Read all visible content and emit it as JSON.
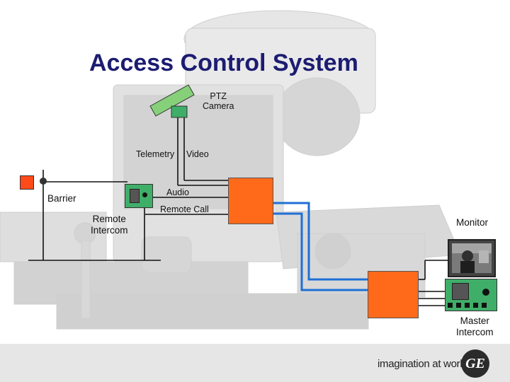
{
  "title": "Access Control System",
  "labels": {
    "ptz_camera": [
      "PTZ",
      "Camera"
    ],
    "telemetry": "Telemetry",
    "video": "Video",
    "audio": "Audio",
    "remote_call": "Remote Call",
    "barrier": "Barrier",
    "remote_intercom": [
      "Remote",
      "Intercom"
    ],
    "monitor": "Monitor",
    "master_intercom": [
      "Master",
      "Intercom"
    ]
  },
  "footer": {
    "tagline": "imagination at work",
    "logo_text": "GE"
  },
  "colors": {
    "title": "#1c1c72",
    "controller": "#ff6a1a",
    "intercom": "#3fae68",
    "link_blue": "#1f6fd6",
    "wire": "#111111"
  },
  "icons": [
    "barrier-light-icon",
    "ptz-camera-icon",
    "remote-intercom-icon",
    "monitor-icon",
    "master-intercom-icon",
    "ge-logo-icon"
  ]
}
